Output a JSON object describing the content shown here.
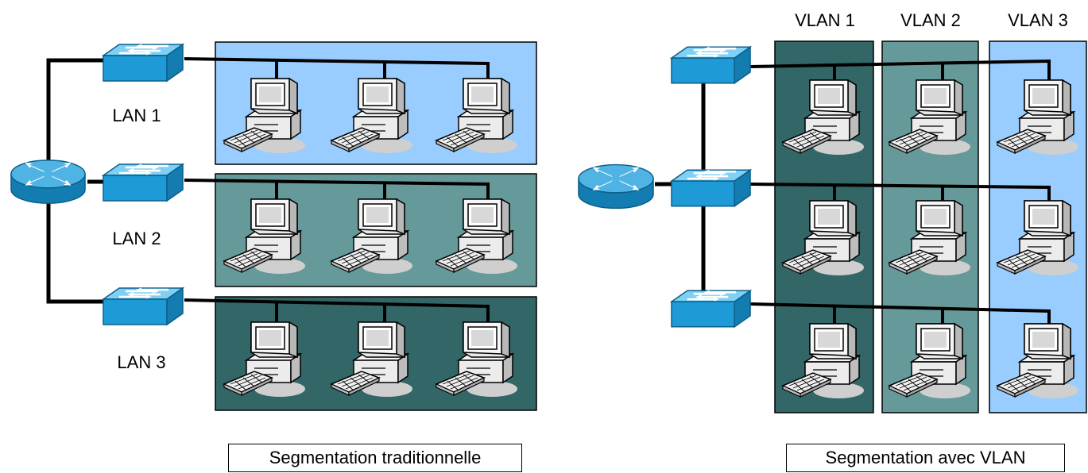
{
  "colors": {
    "segment_light": "#99ccff",
    "segment_mid": "#669999",
    "segment_dark": "#336666",
    "device_blue": "#1e9ad6",
    "cable": "#000000"
  },
  "icons": {
    "router": "router-icon",
    "switch": "switch-icon",
    "computer": "computer-icon"
  },
  "traditional": {
    "lans": [
      {
        "label": "LAN 1",
        "color": "#99ccff"
      },
      {
        "label": "LAN 2",
        "color": "#669999"
      },
      {
        "label": "LAN 3",
        "color": "#336666"
      }
    ],
    "caption": "Segmentation traditionnelle"
  },
  "vlan": {
    "vlans": [
      {
        "label": "VLAN 1",
        "color": "#336666"
      },
      {
        "label": "VLAN 2",
        "color": "#669999"
      },
      {
        "label": "VLAN 3",
        "color": "#99ccff"
      }
    ],
    "caption": "Segmentation avec VLAN"
  }
}
